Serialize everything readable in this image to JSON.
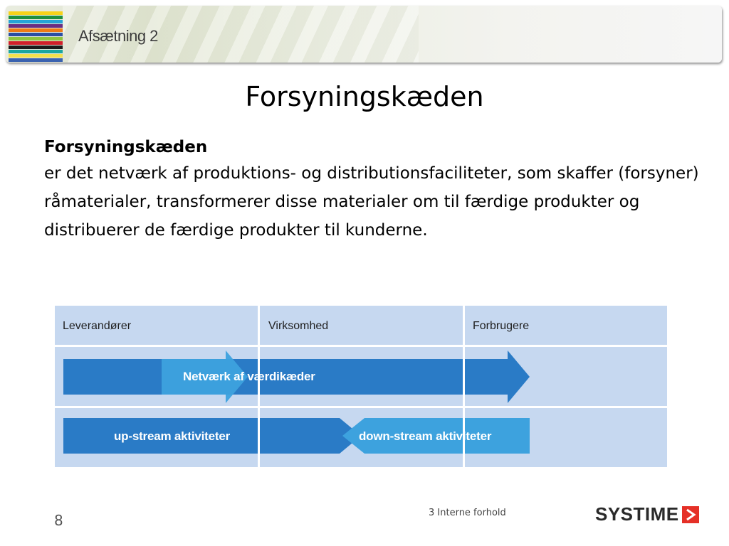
{
  "header": {
    "title": "Afsætning 2",
    "stripe_colors": [
      "#f7d21a",
      "#1d8f3f",
      "#26a4d8",
      "#6a2d82",
      "#ee7b16",
      "#2b4ea2",
      "#8fc43f",
      "#d0202a",
      "#1b1b1b",
      "#1aa6a0",
      "#f4e04d",
      "#3a62b0"
    ]
  },
  "slide": {
    "title": "Forsyningskæden",
    "term": "Forsyningskæden",
    "definition": "er det netværk af produktions- og distributionsfaciliteter, som skaffer (forsyner) råmaterialer, transformerer disse materialer om til færdige produkter og distribuerer de færdige produkter til kunderne."
  },
  "diagram": {
    "columns": [
      "Leverandører",
      "Virksomhed",
      "Forbrugere"
    ],
    "network_label": "Netværk af værdikæder",
    "upstream_label": "up-stream aktiviteter",
    "downstream_label": "down-stream aktiviteter",
    "colors": {
      "background": "#c6d8f0",
      "dark_arrow": "#2a7bc6",
      "light_arrow": "#3da2de"
    }
  },
  "footer": {
    "page_number": "8",
    "chapter": "3 Interne forhold",
    "logo_text": "SYSTIME",
    "logo_icon": "arrow-right-icon"
  }
}
